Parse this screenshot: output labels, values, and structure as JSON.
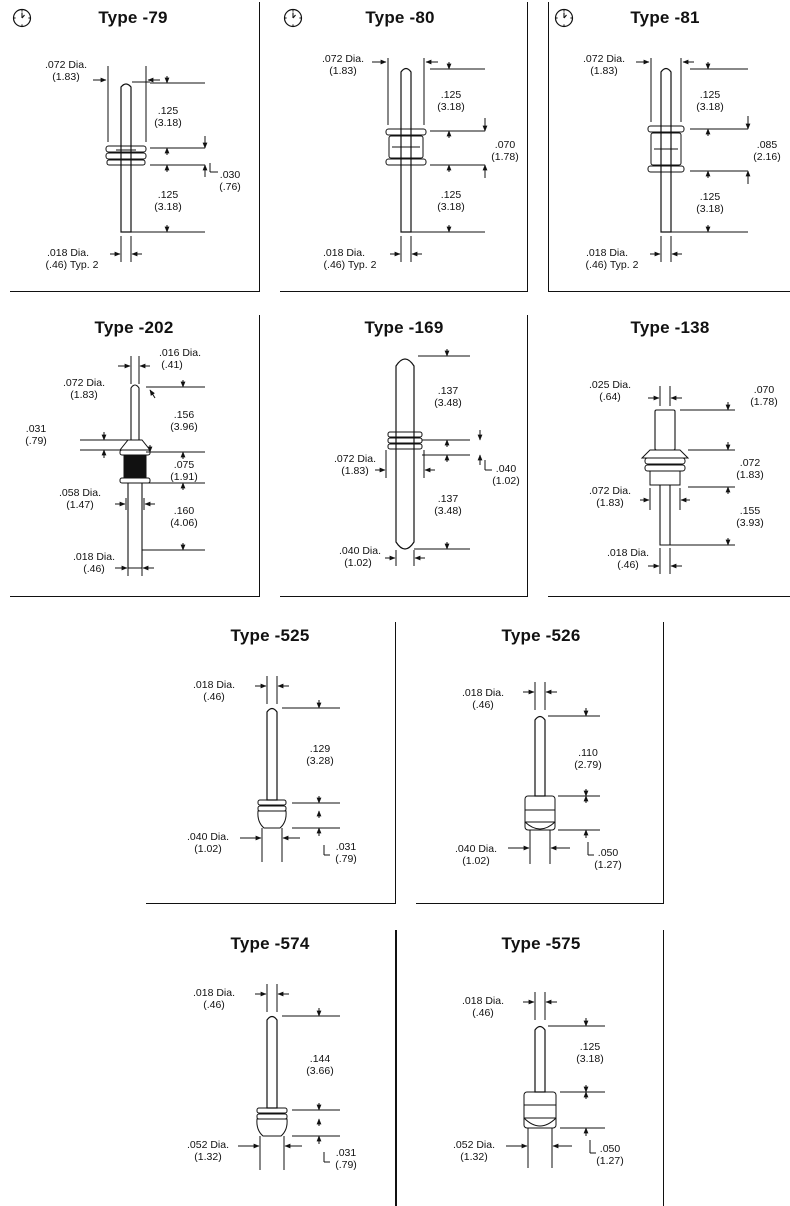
{
  "parts": [
    {
      "id": "t79",
      "title": "Type -79",
      "labels": {
        "topDia": ".072 Dia.",
        "topDiaMm": "(1.83)",
        "upper": ".125",
        "upperMm": "(3.18)",
        "mid": ".030",
        "midMm": "(.76)",
        "lower": ".125",
        "lowerMm": "(3.18)",
        "botDia": ".018 Dia.",
        "botDiaMm": "(.46) Typ. 2"
      }
    },
    {
      "id": "t80",
      "title": "Type -80",
      "labels": {
        "topDia": ".072 Dia.",
        "topDiaMm": "(1.83)",
        "upper": ".125",
        "upperMm": "(3.18)",
        "mid": ".070",
        "midMm": "(1.78)",
        "lower": ".125",
        "lowerMm": "(3.18)",
        "botDia": ".018 Dia.",
        "botDiaMm": "(.46) Typ. 2"
      }
    },
    {
      "id": "t81",
      "title": "Type -81",
      "labels": {
        "topDia": ".072 Dia.",
        "topDiaMm": "(1.83)",
        "upper": ".125",
        "upperMm": "(3.18)",
        "mid": ".085",
        "midMm": "(2.16)",
        "lower": ".125",
        "lowerMm": "(3.18)",
        "botDia": ".018 Dia.",
        "botDiaMm": "(.46) Typ. 2"
      }
    },
    {
      "id": "t202",
      "title": "Type -202",
      "labels": {
        "topDia": ".016 Dia.",
        "topDiaMm": "(.41)",
        "bodyDia": ".072 Dia.",
        "bodyDiaMm": "(1.83)",
        "upper": ".156",
        "upperMm": "(3.96)",
        "flange": ".031",
        "flangeMm": "(.79)",
        "mid": ".075",
        "midMm": "(1.91)",
        "lowDia": ".058 Dia.",
        "lowDiaMm": "(1.47)",
        "lower": ".160",
        "lowerMm": "(4.06)",
        "botDia": ".018 Dia.",
        "botDiaMm": "(.46)"
      }
    },
    {
      "id": "t169",
      "title": "Type -169",
      "labels": {
        "upper": ".137",
        "upperMm": "(3.48)",
        "dia": ".072 Dia.",
        "diaMm": "(1.83)",
        "mid": ".040",
        "midMm": "(1.02)",
        "lower": ".137",
        "lowerMm": "(3.48)",
        "botDia": ".040 Dia.",
        "botDiaMm": "(1.02)"
      }
    },
    {
      "id": "t138",
      "title": "Type -138",
      "labels": {
        "topDia": ".025 Dia.",
        "topDiaMm": "(.64)",
        "top": ".070",
        "topMm": "(1.78)",
        "mid": ".072",
        "midMm": "(1.83)",
        "dia": ".072 Dia.",
        "diaMm": "(1.83)",
        "lower": ".155",
        "lowerMm": "(3.93)",
        "botDia": ".018 Dia.",
        "botDiaMm": "(.46)"
      }
    },
    {
      "id": "t525",
      "title": "Type -525",
      "labels": {
        "topDia": ".018 Dia.",
        "topDiaMm": "(.46)",
        "upper": ".129",
        "upperMm": "(3.28)",
        "botDia": ".040 Dia.",
        "botDiaMm": "(1.02)",
        "lower": ".031",
        "lowerMm": "(.79)"
      }
    },
    {
      "id": "t526",
      "title": "Type -526",
      "labels": {
        "topDia": ".018 Dia.",
        "topDiaMm": "(.46)",
        "upper": ".110",
        "upperMm": "(2.79)",
        "botDia": ".040 Dia.",
        "botDiaMm": "(1.02)",
        "lower": ".050",
        "lowerMm": "(1.27)"
      }
    },
    {
      "id": "t574",
      "title": "Type -574",
      "labels": {
        "topDia": ".018 Dia.",
        "topDiaMm": "(.46)",
        "upper": ".144",
        "upperMm": "(3.66)",
        "botDia": ".052 Dia.",
        "botDiaMm": "(1.32)",
        "lower": ".031",
        "lowerMm": "(.79)"
      }
    },
    {
      "id": "t575",
      "title": "Type -575",
      "labels": {
        "topDia": ".018 Dia.",
        "topDiaMm": "(.46)",
        "upper": ".125",
        "upperMm": "(3.18)",
        "botDia": ".052 Dia.",
        "botDiaMm": "(1.32)",
        "lower": ".050",
        "lowerMm": "(1.27)"
      }
    }
  ],
  "clock_icon": "clock-icon"
}
